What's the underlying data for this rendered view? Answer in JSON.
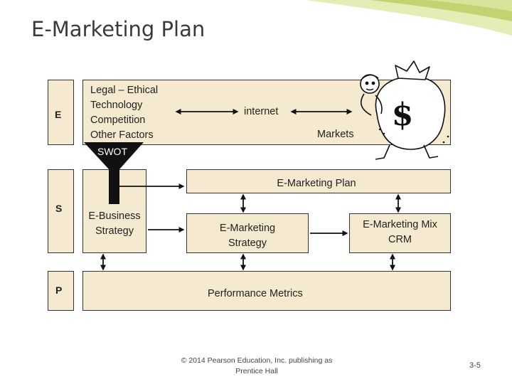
{
  "slide": {
    "title": "E-Marketing Plan",
    "footer": "© 2014 Pearson Education, Inc. publishing as Prentice Hall",
    "page_number": "3-5"
  },
  "rows": {
    "e_label": "E",
    "s_label": "S",
    "p_label": "P"
  },
  "environment": {
    "factors": [
      "Legal – Ethical",
      "Technology",
      "Competition",
      "Other Factors"
    ],
    "internet_label": "internet",
    "markets_label": "Markets",
    "swot_label": "SWOT"
  },
  "strategy": {
    "plan_label": "E-Marketing Plan",
    "ebusiness_label": "E-Business Strategy",
    "emarketing_label": "E-Marketing Strategy",
    "mix_label": "E-Marketing Mix CRM"
  },
  "performance": {
    "metrics_label": "Performance Metrics"
  },
  "colors": {
    "box_fill": "#f5e9cf",
    "swoosh_green": "#b9c95a",
    "funnel": "#111111"
  },
  "icons": {
    "money_bag": "money-bag-character-icon",
    "funnel": "funnel-icon"
  }
}
